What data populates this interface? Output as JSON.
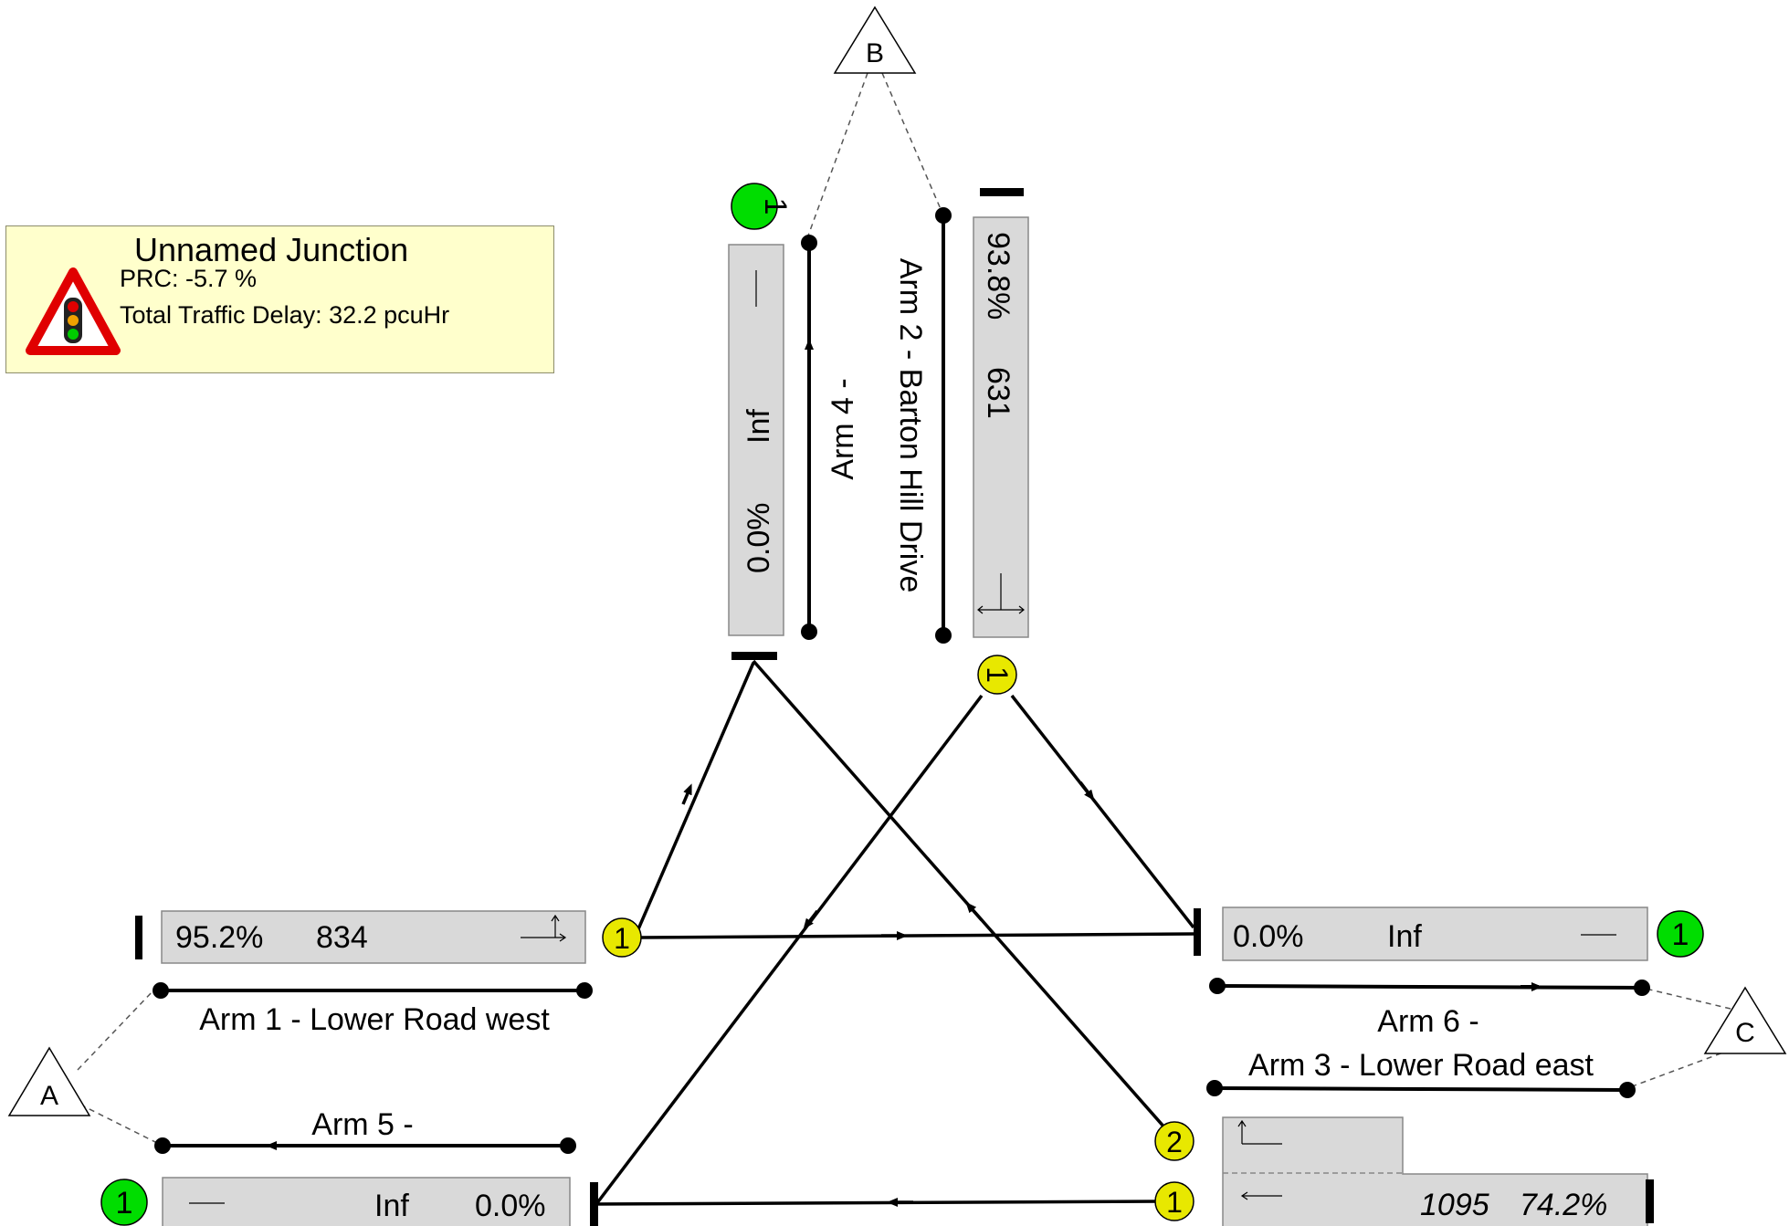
{
  "junction": {
    "title": "Unnamed Junction",
    "prc": "PRC: -5.7 %",
    "delay": "Total Traffic Delay: 32.2 pcuHr"
  },
  "zones": {
    "a": "A",
    "b": "B",
    "c": "C"
  },
  "arms": {
    "arm1": {
      "label": "Arm 1 - Lower Road west",
      "dos": "95.2%",
      "flow": "834",
      "signal": "1"
    },
    "arm2": {
      "label": "Arm 2 - Barton Hill Drive",
      "dos": "93.8%",
      "flow": "631",
      "signal": "1"
    },
    "arm3": {
      "label": "Arm 3 - Lower Road east",
      "dos": "74.2%",
      "flow": "1095",
      "signal_1": "1",
      "signal_2": "2"
    },
    "arm4": {
      "label": "Arm 4 -",
      "dos": "0.0%",
      "flow": "Inf",
      "signal": "1"
    },
    "arm5": {
      "label": "Arm 5 -",
      "dos": "0.0%",
      "flow": "Inf",
      "signal": "1"
    },
    "arm6": {
      "label": "Arm 6 -",
      "dos": "0.0%",
      "flow": "Inf",
      "signal": "1"
    }
  },
  "colors": {
    "signal_yellow": "#e8e800",
    "signal_green": "#00dd00",
    "lane_fill": "#d9d9d9",
    "info_fill": "#ffffcc",
    "sign_red": "#e00000"
  }
}
